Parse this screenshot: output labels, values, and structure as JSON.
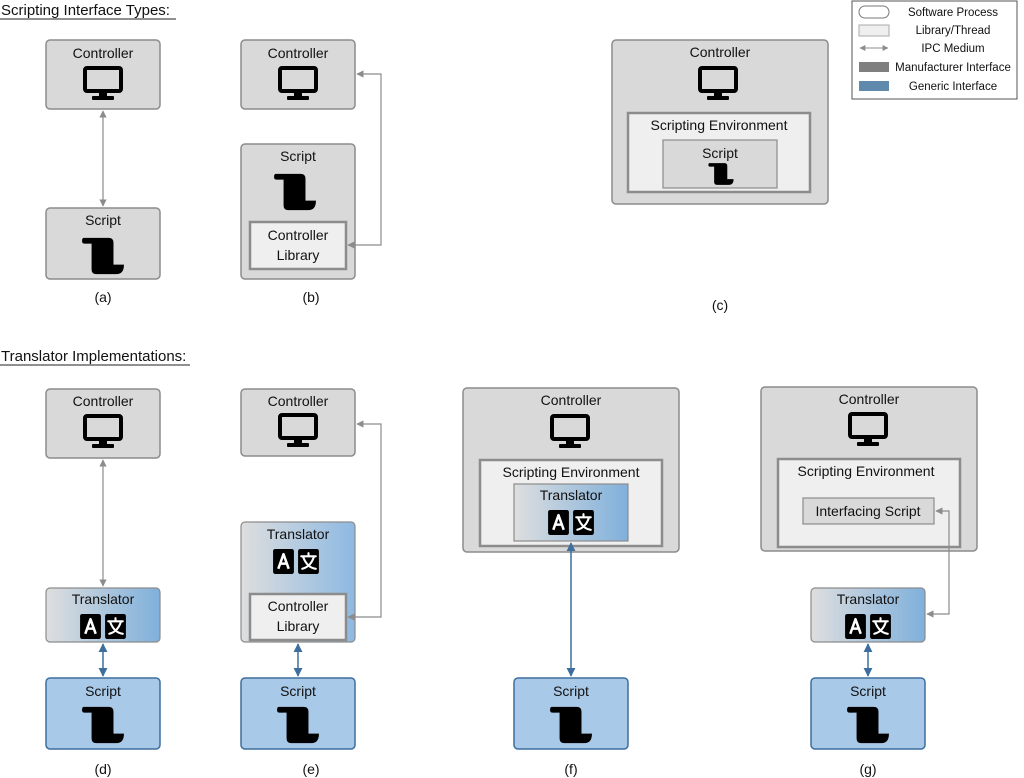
{
  "titles": {
    "scripting_types": "Scripting Interface Types:",
    "translator_impl": "Translator Implementations:"
  },
  "legend": {
    "software_process": "Software Process",
    "library_thread": "Library/Thread",
    "ipc_medium": "IPC Medium",
    "manufacturer_interface": "Manufacturer Interface",
    "generic_interface": "Generic Interface"
  },
  "labels": {
    "controller": "Controller",
    "script": "Script",
    "controller_library_line1": "Controller",
    "controller_library_line2": "Library",
    "scripting_environment": "Scripting Environment",
    "translator": "Translator",
    "interfacing_script": "Interfacing Script"
  },
  "captions": {
    "a": "(a)",
    "b": "(b)",
    "c": "(c)",
    "d": "(d)",
    "e": "(e)",
    "f": "(f)",
    "g": "(g)"
  },
  "icons": [
    "monitor-icon",
    "scroll-icon",
    "translate-icon"
  ],
  "colors": {
    "process_gray": "#d9d9d9",
    "process_border": "#8c8c8c",
    "library_fill": "#efefef",
    "library_border": "#8c8c8c",
    "ipc_gray": "#8c8c8c",
    "generic_blue": "#a9c9e8",
    "generic_border": "#3e6f9c",
    "ipc_blue": "#3e6f9c"
  }
}
